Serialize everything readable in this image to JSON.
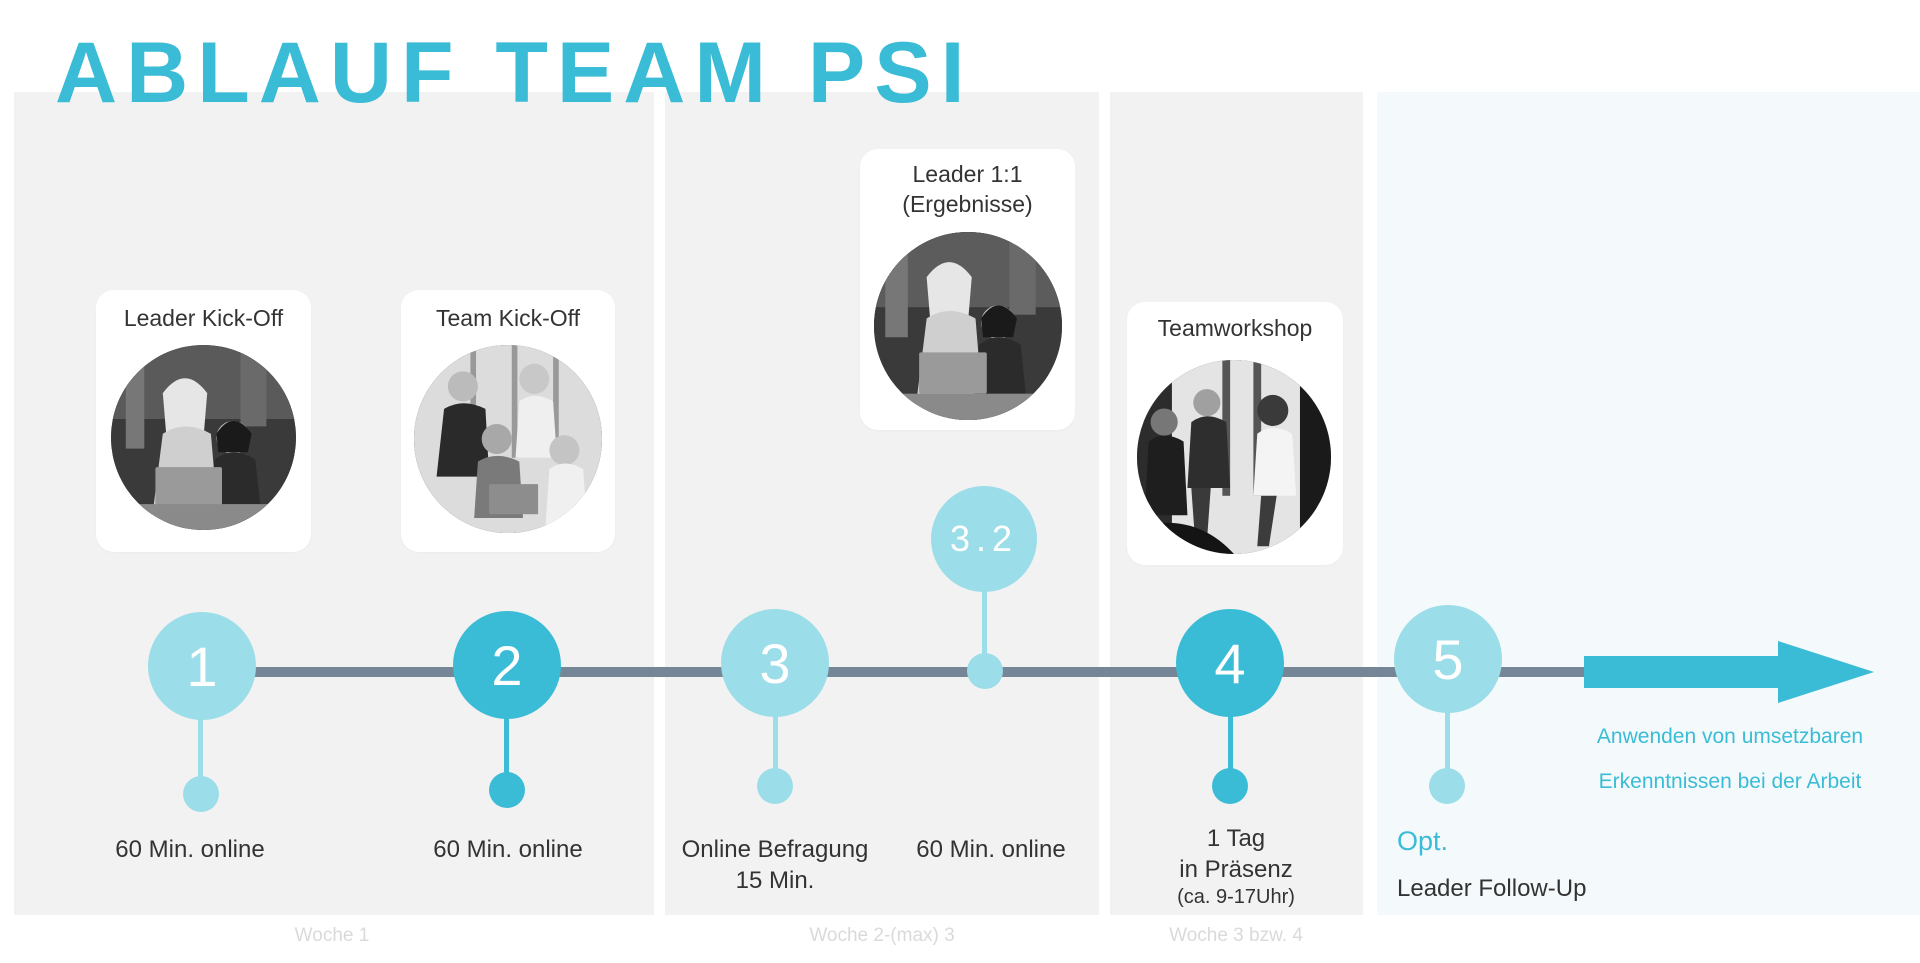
{
  "title": "ABLAUF TEAM PSI",
  "weeks": [
    "Woche 1",
    "Woche 2-(max) 3",
    "Woche 3 bzw. 4"
  ],
  "steps": {
    "s1": {
      "label": "1",
      "caption": "60 Min. online",
      "card": "Leader Kick-Off"
    },
    "s2": {
      "label": "2",
      "caption": "60 Min. online",
      "card": "Team Kick-Off"
    },
    "s3": {
      "label": "3",
      "caption_line1": "Online Befragung",
      "caption_line2": "15 Min."
    },
    "s32": {
      "label": "3.2",
      "caption": "60 Min. online",
      "card_line1": "Leader 1:1",
      "card_line2": "(Ergebnisse)"
    },
    "s4": {
      "label": "4",
      "caption_line1": "1 Tag",
      "caption_line2": "in Präsenz",
      "caption_line3": "(ca. 9-17Uhr)",
      "card": "Teamworkshop"
    },
    "s5": {
      "label": "5",
      "opt": "Opt.",
      "caption": "Leader Follow-Up"
    }
  },
  "outcome": {
    "line1": "Anwenden von umsetzbaren",
    "line2": "Erkenntnissen bei der Arbeit"
  },
  "colors": {
    "accent": "#3bbcd6",
    "accent_light": "#9bdde8",
    "timeline": "#758797",
    "panel": "#f2f2f2"
  }
}
